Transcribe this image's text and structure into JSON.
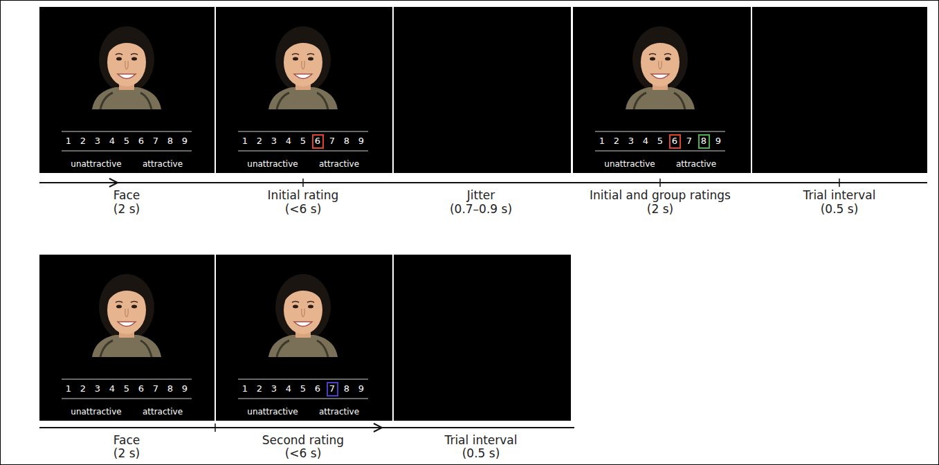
{
  "diagram": {
    "nodes": [
      {
        "text": [
          "6"
        ]
      },
      {
        "text": [
          "6"
        ]
      },
      {
        "text": [
          "8"
        ]
      },
      {
        "text": [
          "7"
        ]
      }
    ],
    "labels": [
      "1",
      "2",
      "3",
      "4",
      "5",
      "6",
      "7",
      "8",
      "9",
      "unattractive",
      "attractive",
      "1",
      "2",
      "3",
      "4",
      "5",
      "7",
      "8",
      "9",
      "unattractive",
      "attractive",
      "1",
      "2",
      "3",
      "4",
      "5",
      "7",
      "9",
      "unattractive",
      "attractive",
      "Face",
      "(2 s)",
      "Initial rating",
      "(<6 s)",
      "Jitter",
      "(0.7–0.9 s)",
      "Initial and group ratings",
      "(2 s)",
      "Trial interval",
      "(0.5 s)",
      "1",
      "2",
      "3",
      "4",
      "5",
      "6",
      "7",
      "8",
      "9",
      "unattractive",
      "attractive",
      "1",
      "2",
      "3",
      "4",
      "5",
      "6",
      "8",
      "9",
      "unattractive",
      "attractive",
      "Face",
      "(2 s)",
      "Second rating",
      "(<6 s)",
      "Trial interval",
      "(0.5 s)"
    ]
  }
}
